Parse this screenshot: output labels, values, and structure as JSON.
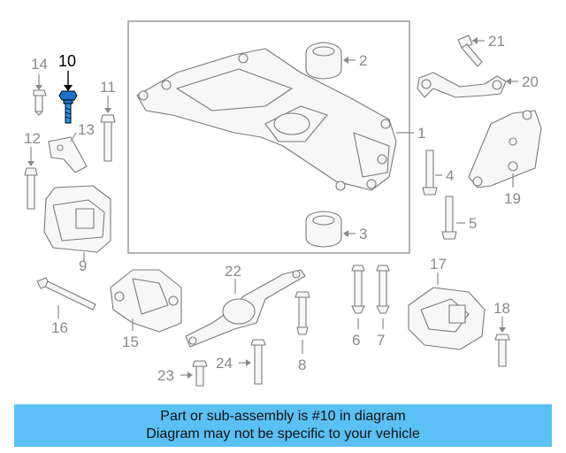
{
  "callouts": {
    "c1": "1",
    "c2": "2",
    "c3": "3",
    "c4": "4",
    "c5": "5",
    "c6": "6",
    "c7": "7",
    "c8": "8",
    "c9": "9",
    "c10": "10",
    "c11": "11",
    "c12": "12",
    "c13": "13",
    "c14": "14",
    "c15": "15",
    "c16": "16",
    "c17": "17",
    "c18": "18",
    "c19": "19",
    "c20": "20",
    "c21": "21",
    "c22": "22",
    "c23": "23",
    "c24": "24"
  },
  "highlight_part": "10",
  "banner": {
    "line1": "Part or sub-assembly is #10 in diagram",
    "line2": "Diagram may not be specific to your vehicle",
    "color": "#5bc0f4"
  }
}
